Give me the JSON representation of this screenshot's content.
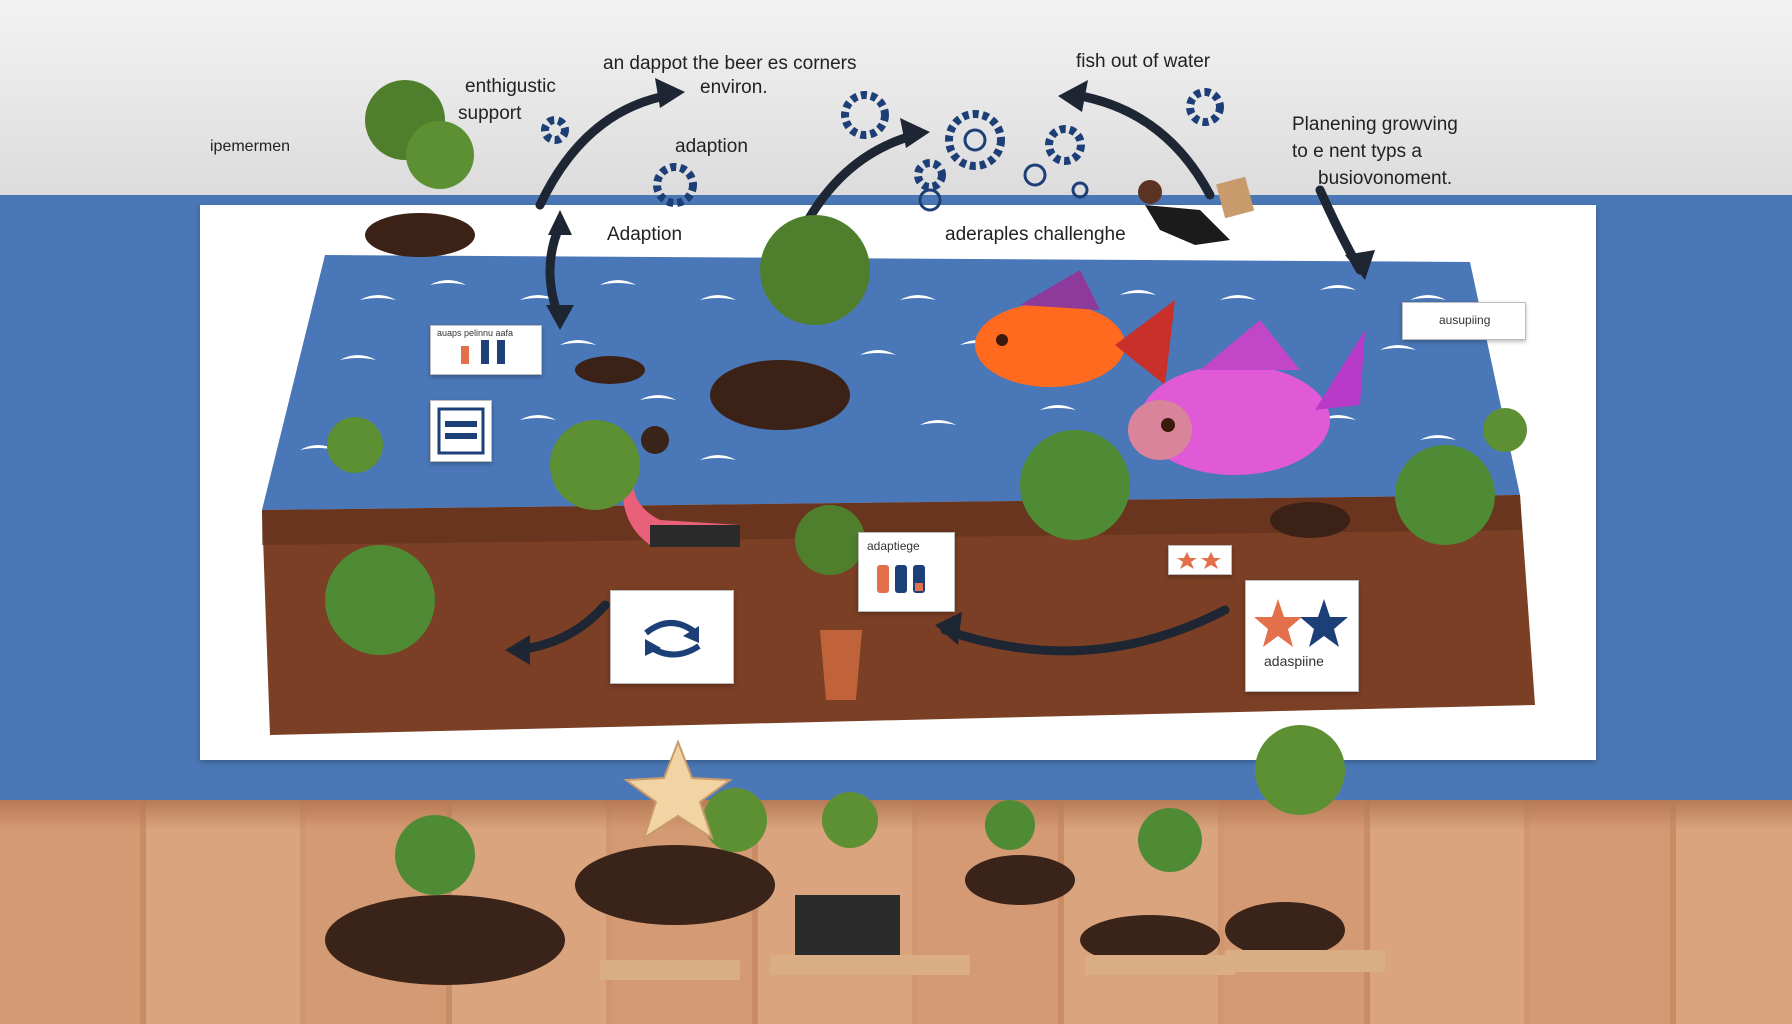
{
  "labels": {
    "top_left": "ipemermen",
    "support_line1": "enthigustic",
    "support_line2": "support",
    "top_center_line1": "an dappot the beer es  corners",
    "top_center_line2": "environ.",
    "fish_out_of_water": "fish out of   water",
    "adaption_small": "adaption",
    "adaption_board": "Adaption",
    "planning_line1": "Planening growving",
    "planning_line2": "to e nent typs  a",
    "planning_line3": "busiovonoment.",
    "challenge": "aderaples challenghe",
    "card_center": "adaptiege",
    "card_right": "adaspiine",
    "card_tag_right": "ausupiing",
    "card_left_top": "auaps pelinnu aafa"
  },
  "colors": {
    "wall_blue": "#4a78b6",
    "water_blue": "#4a77b8",
    "soil_brown": "#7a3f24",
    "arrow_dark": "#1f2633",
    "gear_navy": "#1d3f78",
    "fish_orange": "#ff6a1e",
    "fish_pink": "#e05ad8"
  },
  "icons": [
    "gear-icon",
    "swap-arrows-icon",
    "star-icon",
    "bar-chart-icon",
    "document-icon",
    "robot-icon"
  ]
}
